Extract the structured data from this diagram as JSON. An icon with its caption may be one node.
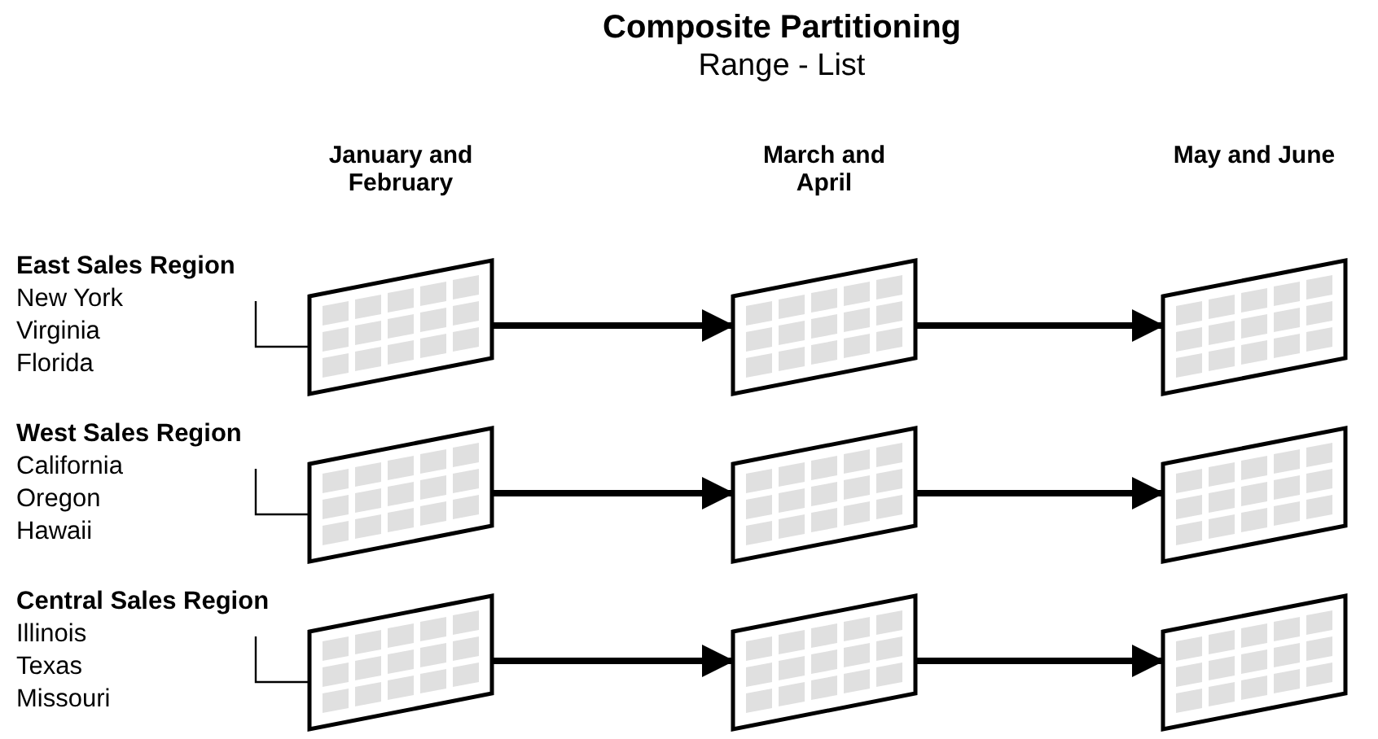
{
  "diagram": {
    "title": "Composite Partitioning",
    "caption": "Range - List",
    "nodes": [
      {
        "text": [
          "East Sales Region",
          "New York",
          "Virginia",
          "Florida"
        ]
      },
      {
        "text": [],
        "shape": "box"
      },
      {
        "text": [],
        "shape": "box"
      },
      {
        "text": [],
        "shape": "box"
      },
      {
        "text": [
          "West Sales Region",
          "California",
          "Oregon",
          "Hawaii"
        ]
      },
      {
        "text": [],
        "shape": "box"
      },
      {
        "text": [],
        "shape": "box"
      },
      {
        "text": [],
        "shape": "box"
      },
      {
        "text": [
          "Central Sales Region",
          "Illinois",
          "Texas",
          "Missouri"
        ]
      },
      {
        "text": [],
        "shape": "box"
      },
      {
        "text": [],
        "shape": "box"
      },
      {
        "text": [],
        "shape": "box"
      }
    ],
    "edges": [
      {
        "from": 0,
        "to": 1,
        "arrow": "none"
      },
      {
        "from": 1,
        "to": 2,
        "arrow": "to"
      },
      {
        "from": 2,
        "to": 3,
        "arrow": "to"
      },
      {
        "from": 4,
        "to": 5,
        "arrow": "none"
      },
      {
        "from": 5,
        "to": 6,
        "arrow": "to"
      },
      {
        "from": 6,
        "to": 7,
        "arrow": "to"
      },
      {
        "from": 8,
        "to": 9,
        "arrow": "none"
      },
      {
        "from": 9,
        "to": 10,
        "arrow": "to"
      },
      {
        "from": 10,
        "to": 11,
        "arrow": "to"
      }
    ],
    "labels": [
      "January and February",
      "March and April",
      "May and June"
    ]
  }
}
